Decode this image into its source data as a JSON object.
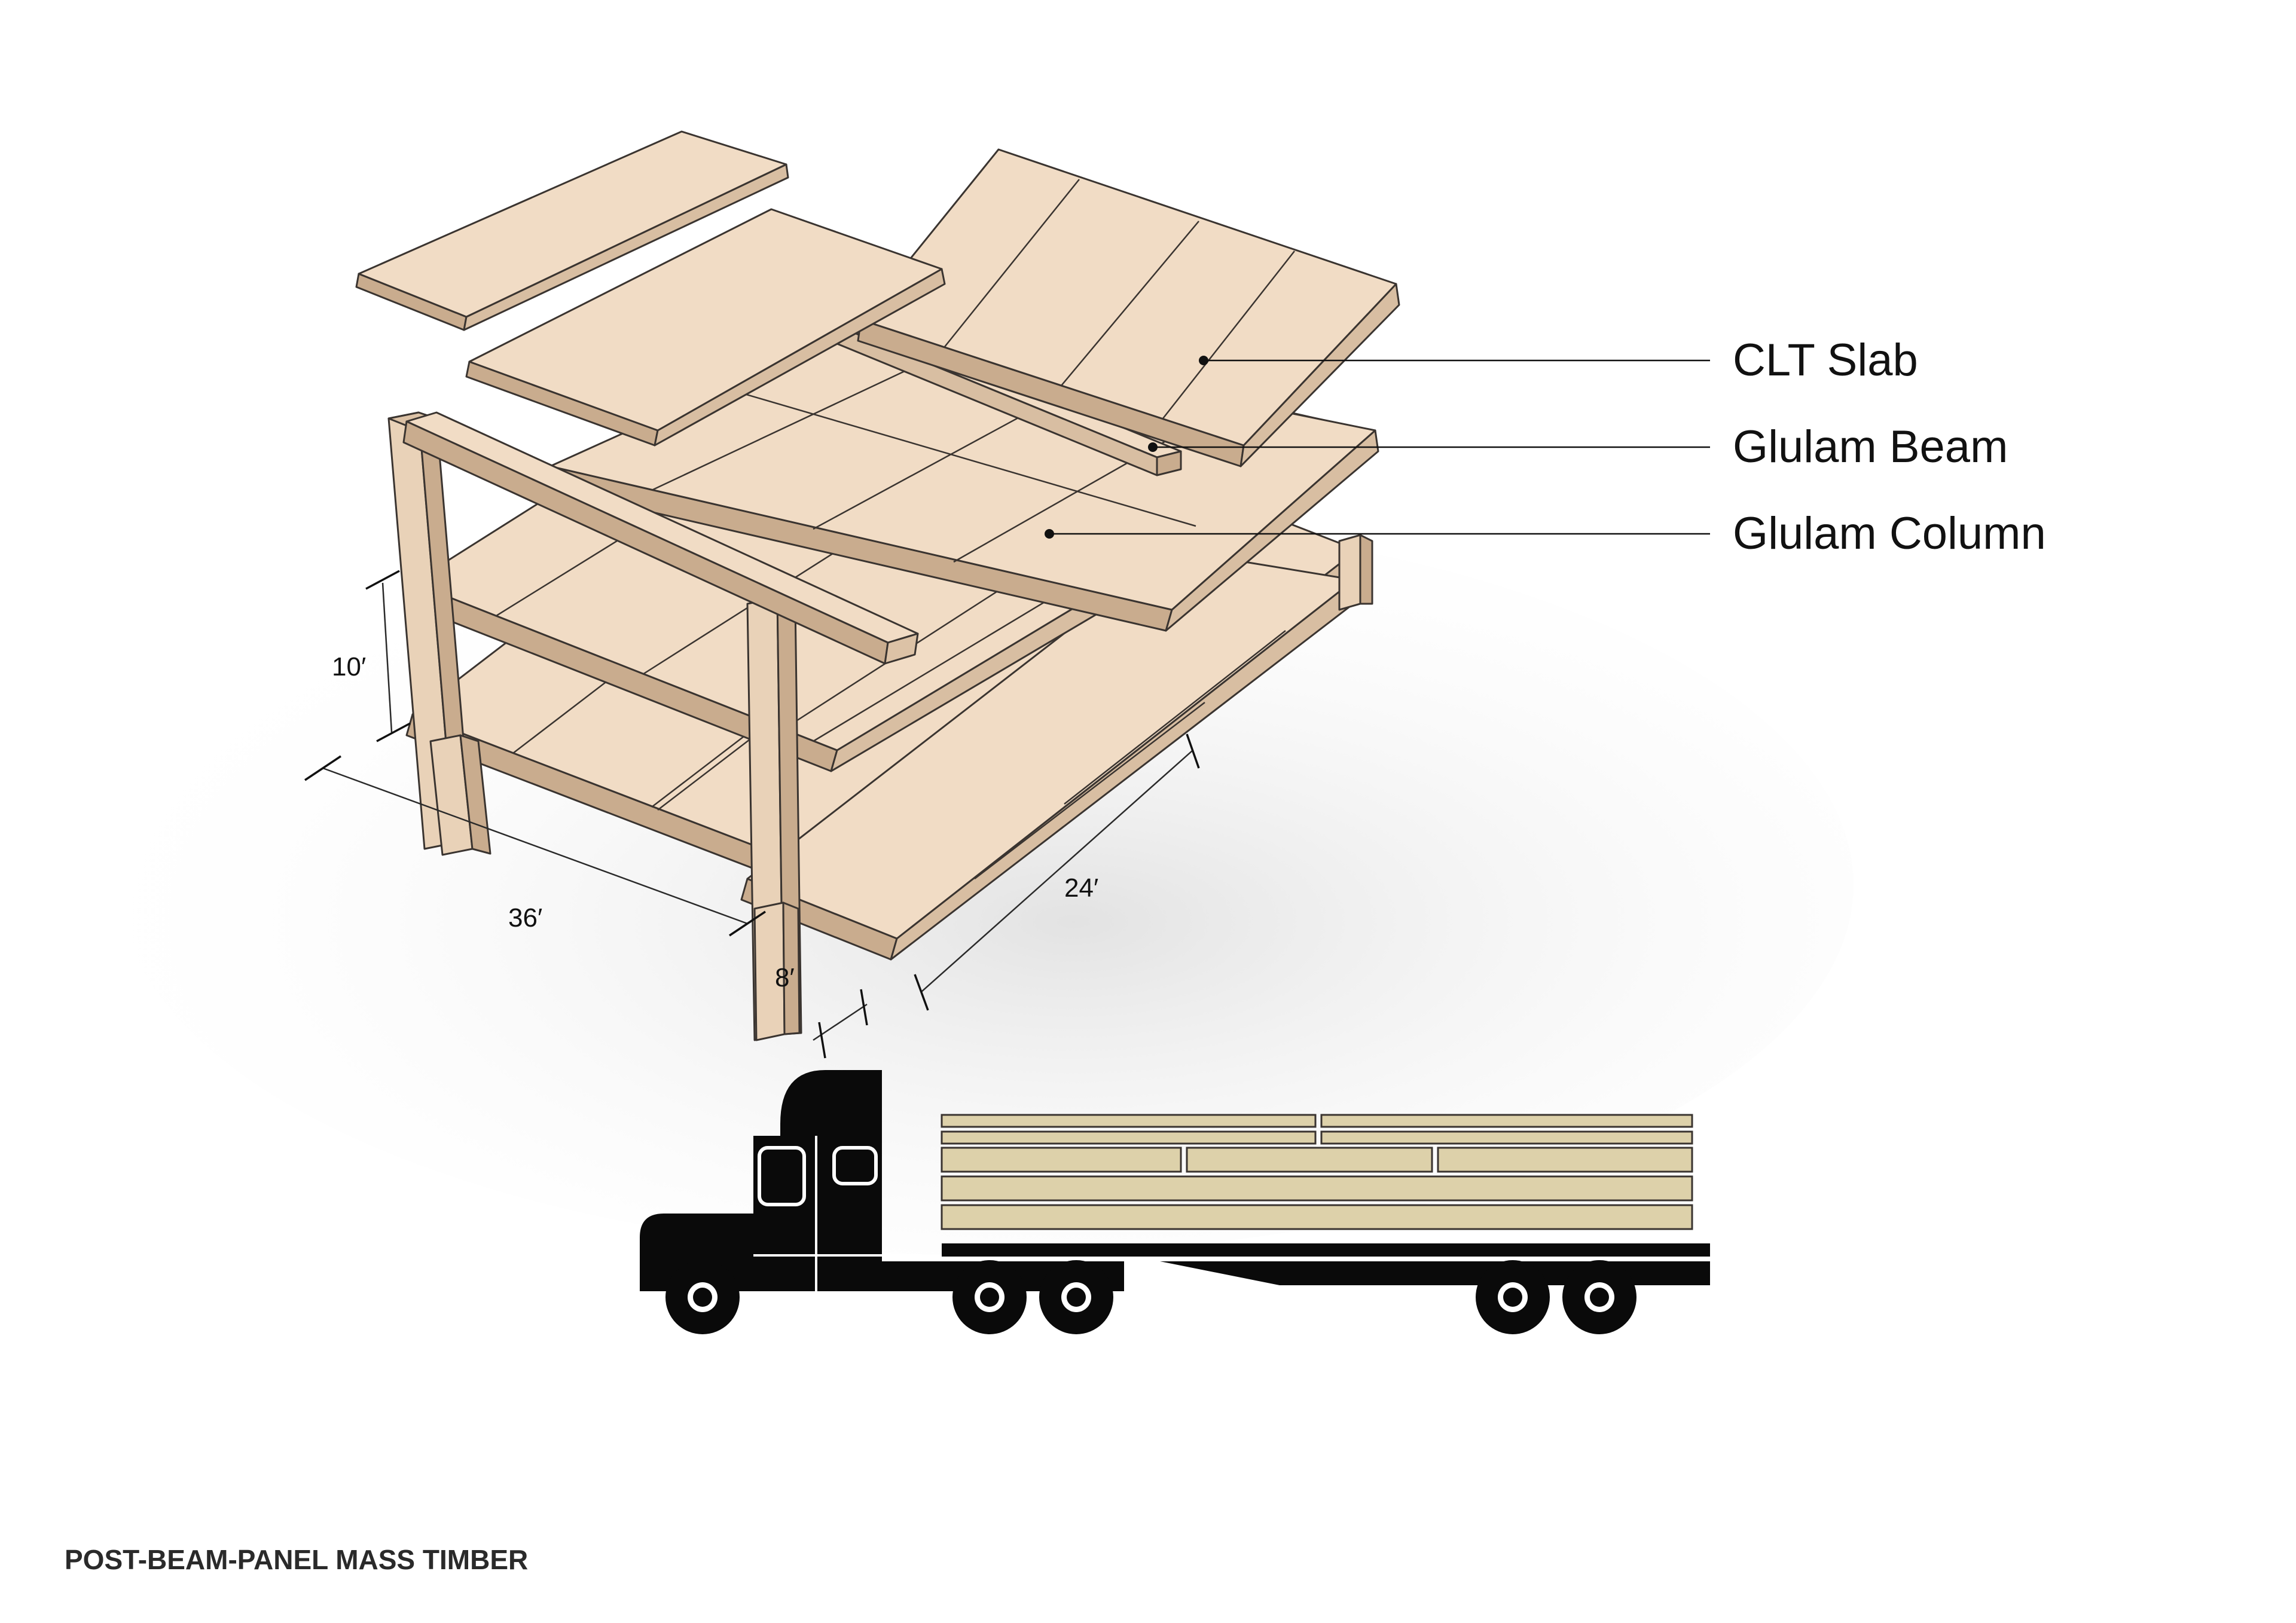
{
  "title": "POST-BEAM-PANEL MASS TIMBER",
  "callouts": [
    {
      "label": "CLT Slab"
    },
    {
      "label": "Glulam Beam"
    },
    {
      "label": "Glulam Column"
    }
  ],
  "dimensions": {
    "floor_height": "10′",
    "bay_length": "36′",
    "bay_width": "24′",
    "panel_width": "8′"
  },
  "colors": {
    "timber_top": "#f1dcc5",
    "timber_side": "#c9ac8e",
    "timber_shadow": "#e4cdb4",
    "load_boards": "#ddd1aa",
    "truck": "#0a0a0a"
  }
}
